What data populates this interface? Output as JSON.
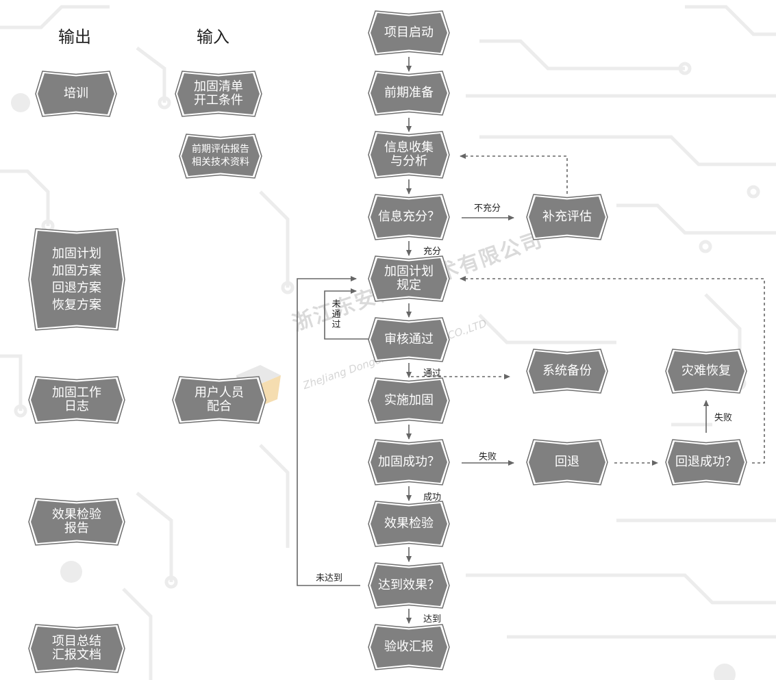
{
  "columns": {
    "output": "输出",
    "input": "输入"
  },
  "flow": {
    "start": "项目启动",
    "prep": "前期准备",
    "collect": "信息收集\n与分析",
    "enough": "信息充分？",
    "supplement": "补充评估",
    "plan": "加固计划\n规定",
    "review": "审核通过",
    "backup": "系统备份",
    "implement": "实施加固",
    "success": "加固成功？",
    "rollback": "回退",
    "rollback_ok": "回退成功？",
    "disaster": "灾难恢复",
    "verify": "效果检验",
    "effect": "达到效果？",
    "accept": "验收汇报"
  },
  "outputs": {
    "training": "培训",
    "plans": "加固计划\n加固方案\n回退方案\n恢复方案",
    "log": "加固工作\n日志",
    "report": "效果检验\n报告",
    "summary": "项目总结\n汇报文档"
  },
  "inputs": {
    "checklist": "加固清单\n开工条件",
    "assessment": "前期评估报告\n相关技术资料",
    "user": "用户人员\n配合"
  },
  "edge_labels": {
    "not_enough": "不充分",
    "enough": "充分",
    "not_passed": "未\n通\n过",
    "passed": "通过",
    "failed": "失败",
    "succeeded": "成功",
    "failed2": "失败",
    "not_reached": "未达到",
    "reached": "达到"
  },
  "watermark": {
    "company": "浙江东安检测技术有限公司",
    "company_en": "ZheJiang Dongan Technology CO.,LTD"
  },
  "colors": {
    "node_fill": "#808080",
    "node_border": "#6e6e6e",
    "arrow": "#666666"
  }
}
